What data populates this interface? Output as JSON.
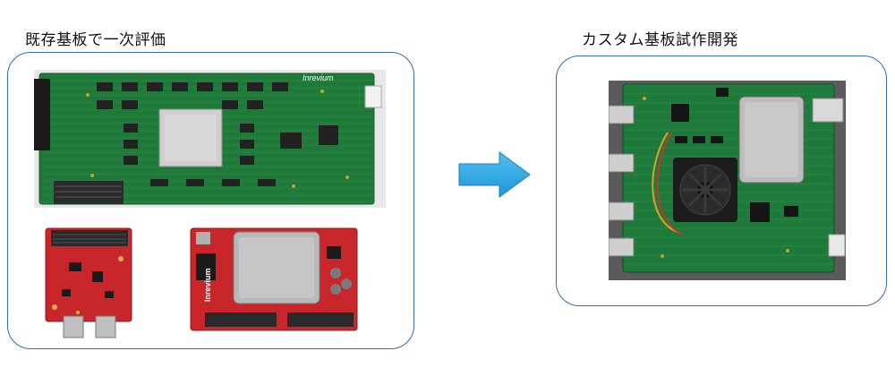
{
  "left_section": {
    "title": "既存基板で一次評価",
    "boards": [
      {
        "name": "main-evaluation-board",
        "silkscreen_logo": "inrevium"
      },
      {
        "name": "red-fmc-board"
      },
      {
        "name": "red-carrier-board",
        "silkscreen_logo": "inrevium"
      }
    ]
  },
  "right_section": {
    "title": "カスタム基板試作開発",
    "boards": [
      {
        "name": "custom-prototype-board"
      }
    ]
  },
  "arrow": {
    "direction": "right",
    "color": "#29a8e8"
  },
  "colors": {
    "panel_border": "#2f6db5",
    "pcb_green": "#1f7a3a",
    "pcb_red": "#c8262b"
  }
}
